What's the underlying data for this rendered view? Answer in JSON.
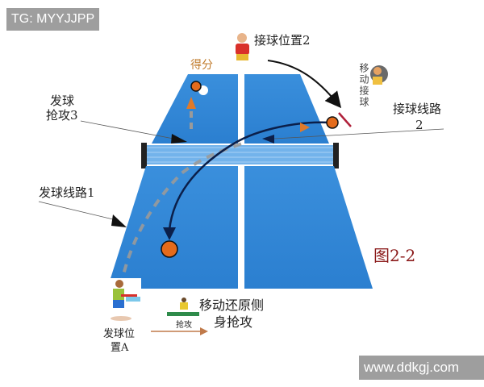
{
  "watermarks": {
    "top_left": "TG: MYYJJPP",
    "bottom_right": "www.ddkgj.com"
  },
  "figure_title": "图2-2",
  "labels": {
    "score": "得分",
    "receive_position": "接球位置2",
    "move_receive": "移动接球",
    "serve_attack_line1": "发球",
    "serve_attack_line2": "抢攻3",
    "receive_route_line1": "接球线路",
    "receive_route_line2": "2",
    "serve_route": "发球线路1",
    "serve_position_line1": "发球位",
    "serve_position_line2": "置A",
    "attack_small": "抢攻",
    "recover_line1": "移动还原侧",
    "recover_line2": "身抢攻"
  },
  "colors": {
    "table": "#2f86d6",
    "table_dark": "#1f6fbf",
    "ball": "#e46b1c",
    "figure_title": "#8b1a1a",
    "score_label": "#c07a2a",
    "arrow_orange": "#e07a2a"
  }
}
